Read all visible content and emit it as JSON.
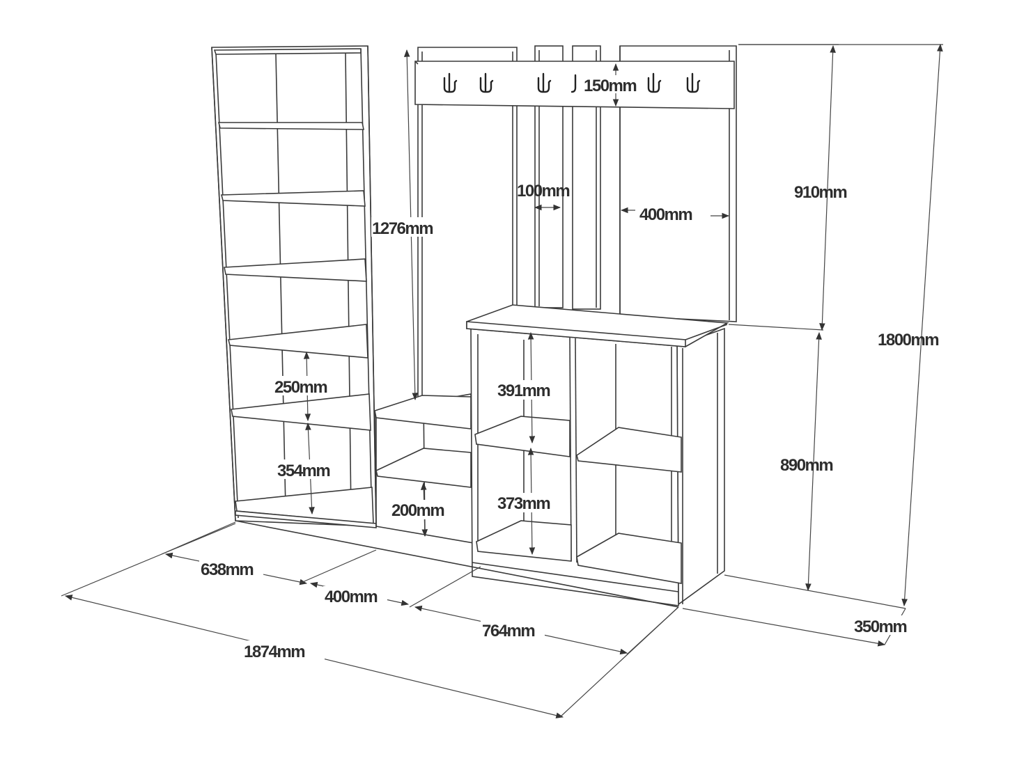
{
  "dimensions": {
    "hook_rail_height": "150mm",
    "post_gap": "100mm",
    "right_panel_width": "400mm",
    "upper_height": "910mm",
    "total_height": "1800mm",
    "lower_height": "890mm",
    "center_panel_height": "1276mm",
    "shelf_250": "250mm",
    "shelf_354": "354mm",
    "shelf_200": "200mm",
    "cabinet_391": "391mm",
    "cabinet_373": "373mm",
    "bookcase_width": "638mm",
    "middle_width": "400mm",
    "cabinet_width": "764mm",
    "total_width": "1874mm",
    "depth": "350mm"
  },
  "colors": {
    "line": "#3a3a3a",
    "text": "#2e2e2e",
    "background": "#ffffff"
  },
  "icons": [
    "coat-hook-icon"
  ]
}
